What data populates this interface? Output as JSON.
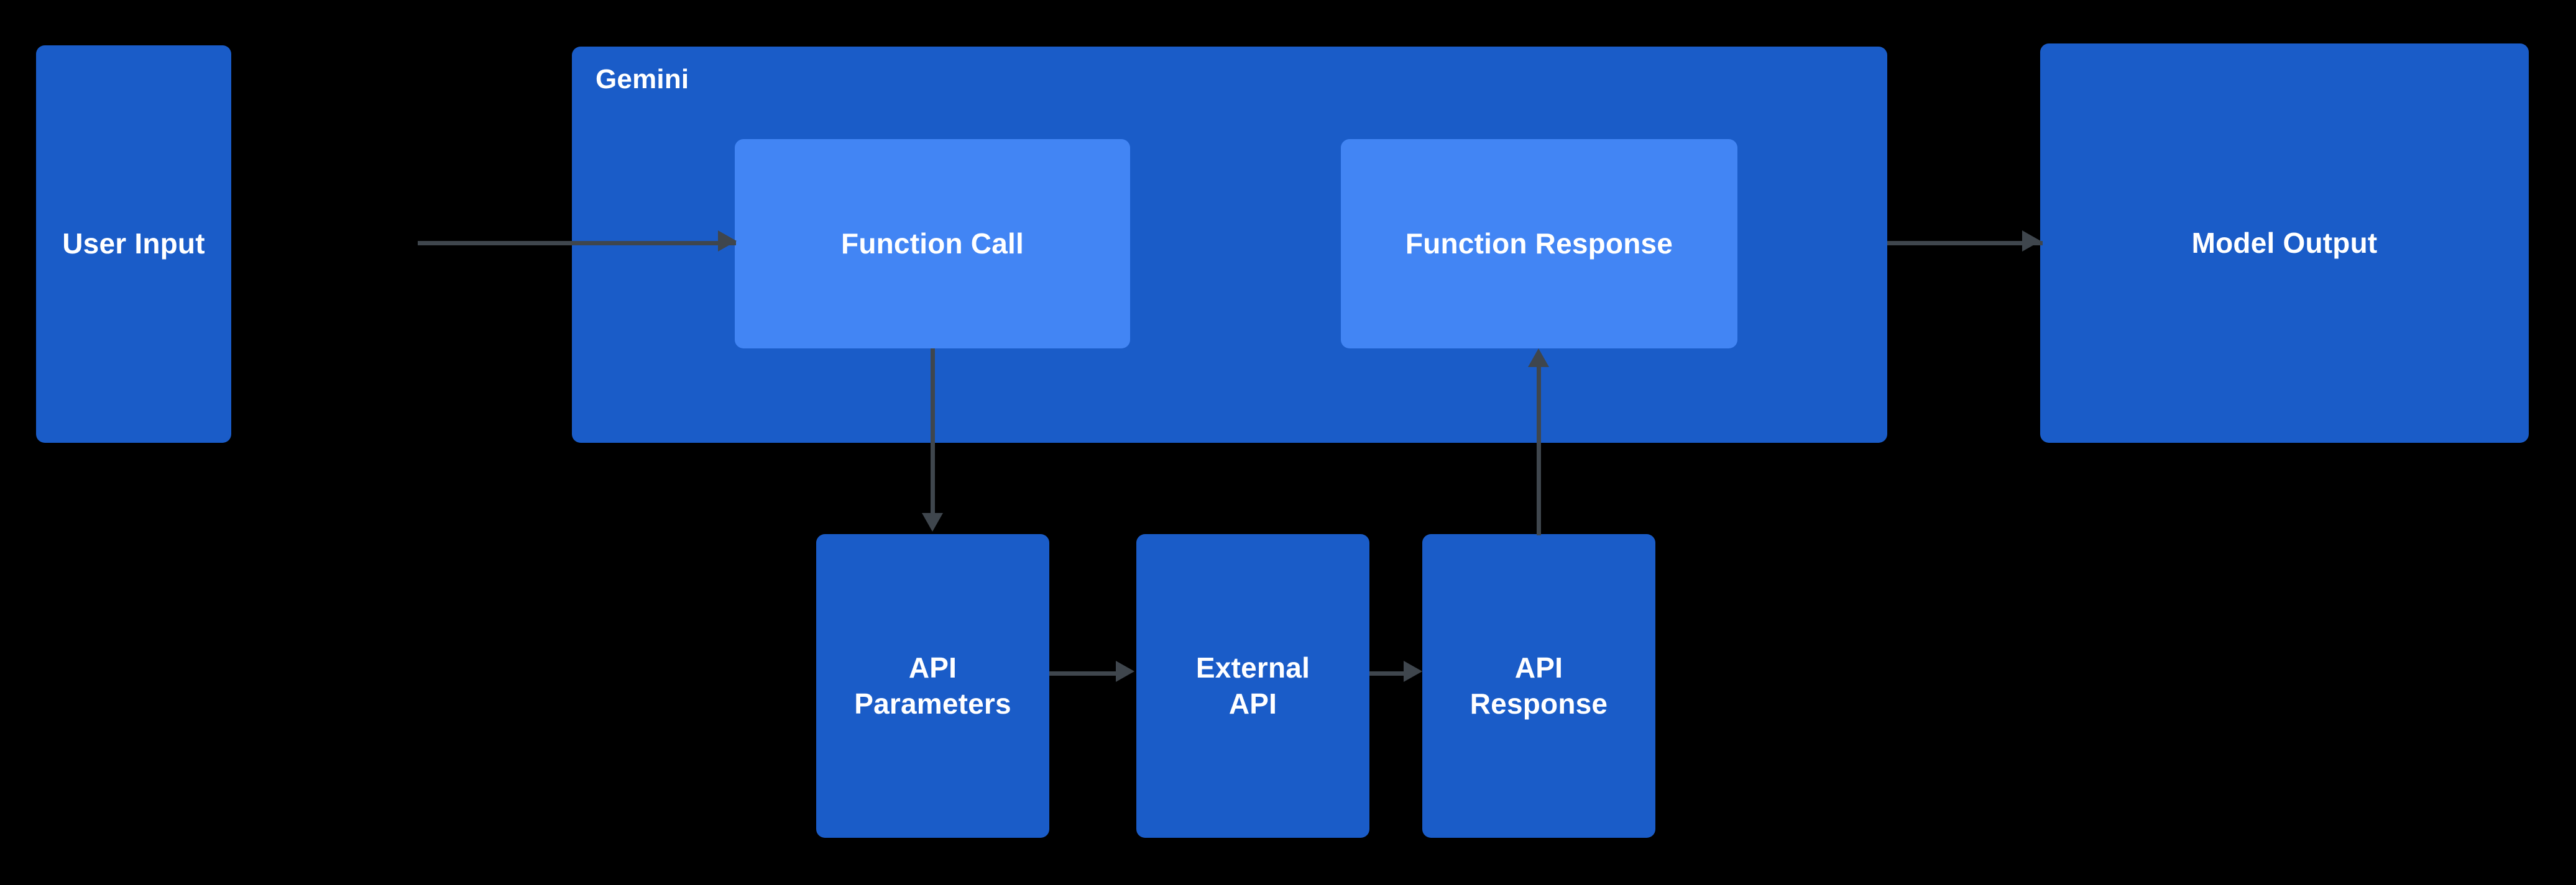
{
  "diagram": {
    "title": "Gemini function calling flow",
    "background_color": "#000000",
    "node_color": "#1a5cc8",
    "inner_node_color": "#4285f4",
    "edge_color": "#3f464d",
    "text_color": "#ffffff"
  },
  "nodes": {
    "user_input": {
      "label": "User Input"
    },
    "gemini_group": {
      "label": "Gemini"
    },
    "function_call": {
      "label": "Function Call"
    },
    "function_response": {
      "label": "Function Response"
    },
    "model_output": {
      "label": "Model Output"
    },
    "api_parameters": {
      "label": "API\nParameters"
    },
    "external_api": {
      "label": "External\nAPI"
    },
    "api_response": {
      "label": "API\nResponse"
    }
  },
  "edges": [
    {
      "from": "user_input",
      "to": "function_call",
      "direction": "right"
    },
    {
      "from": "function_call",
      "to": "api_parameters",
      "direction": "down"
    },
    {
      "from": "api_parameters",
      "to": "external_api",
      "direction": "right"
    },
    {
      "from": "external_api",
      "to": "api_response",
      "direction": "right"
    },
    {
      "from": "api_response",
      "to": "function_response",
      "direction": "up"
    },
    {
      "from": "function_response",
      "to": "model_output",
      "direction": "right"
    }
  ]
}
